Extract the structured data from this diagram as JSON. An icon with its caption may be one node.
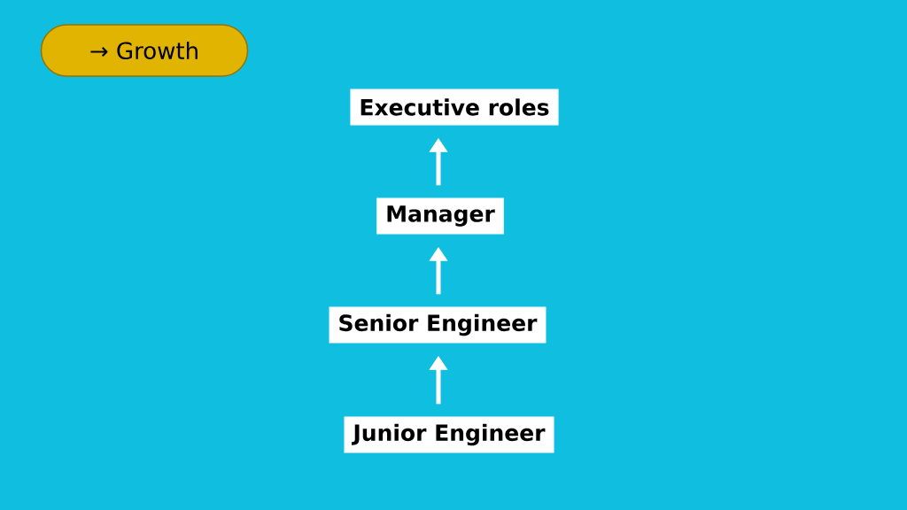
{
  "diagram": {
    "nodes": [
      {
        "text": [
          "→ Growth"
        ]
      },
      {
        "text": [
          "Executive roles"
        ]
      },
      {
        "text": [
          "Manager"
        ]
      },
      {
        "text": [
          "Senior Engineer"
        ]
      },
      {
        "text": [
          "Junior Engineer"
        ]
      }
    ],
    "edges": [
      {
        "from": 4,
        "to": 3,
        "arrow": "to"
      },
      {
        "from": 3,
        "to": 2,
        "arrow": "to"
      },
      {
        "from": 2,
        "to": 1,
        "arrow": "to"
      }
    ]
  }
}
